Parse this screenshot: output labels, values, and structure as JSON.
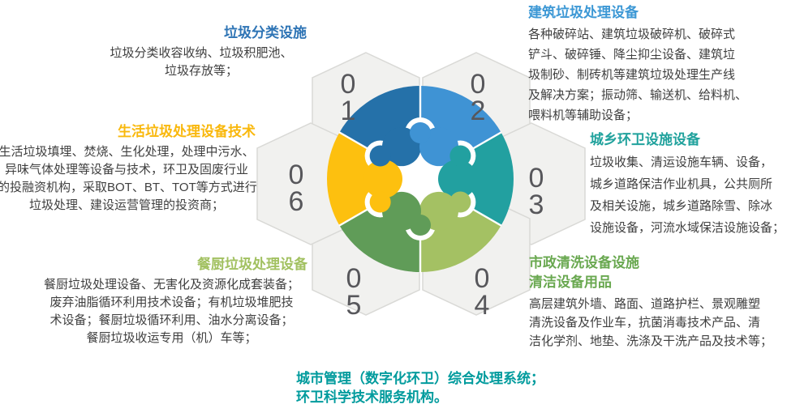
{
  "page": {
    "background": "#FFFFFF"
  },
  "sections": [
    {
      "number": "01",
      "title": "垃圾分类设施",
      "description": "垃圾分类收容收纳、垃圾积肥池、\n垃圾存放等；",
      "accent_color": "#2E74B5",
      "sector_color": "#2571A9"
    },
    {
      "number": "02",
      "title": "建筑垃圾处理设备",
      "description": "各种破碎站、建筑垃圾破碎机、破碎式\n铲斗、破碎锤、降尘抑尘设备、建筑垃\n圾制砂、制砖机等建筑垃圾处理生产线\n及解决方案；振动筛、输送机、给料机、\n喂料机等辅助设备；",
      "accent_color": "#3D98D5",
      "sector_color": "#3F93D4"
    },
    {
      "number": "03",
      "title": "城乡环卫设施设备",
      "description": "垃圾收集、清运设施车辆、设备，\n城乡道路保洁作业机具，公共厕所\n及相关设施，城乡道路除雪、除冰\n设施设备，河流水域保洁设施设备；",
      "accent_color": "#21A29D",
      "sector_color": "#22A0A0"
    },
    {
      "number": "04",
      "title": "市政清洗设备设施\n清洁设备用品",
      "description": "高层建筑外墙、路面、道路护栏、景观雕塑\n清洗设备及作业车，抗菌消毒技术产品、清\n洁化学剂、地垫、洗涤及干洗产品及技术等；",
      "accent_color": "#69A850",
      "sector_color": "#A4C163"
    },
    {
      "number": "05",
      "title": "餐厨垃圾处理设备",
      "description": "餐厨垃圾处理设备、无害化及资源化成套装备；\n废弃油脂循环利用技术设备；有机垃圾堆肥技\n术设备；餐厨垃圾循环利用、油水分离设备；\n餐厨垃圾收运专用（机）车等；",
      "accent_color": "#A2C161",
      "sector_color": "#609C58"
    },
    {
      "number": "06",
      "title": "生活垃圾处理设备技术",
      "description": "生活垃圾填埋、焚烧、生化处理，处理中污水、\n异味气体处理等设备与技术，环卫及固废行业\n的投融资机构，采取BOT、BT、TOT等方式进行\n垃圾处理、建设运营管理的投资商；",
      "accent_color": "#F9B80D",
      "sector_color": "#FDC00F"
    }
  ],
  "footer": {
    "text": "城市管理（数字化环卫）综合处理系统；\n环卫科学技术服务机构。",
    "color": "#009B9D"
  },
  "diagram": {
    "hex_fill": "#F1F1EF",
    "hex_stroke": "#D9D9D6",
    "seam_color": "#FFFFFF",
    "number_color": "#57575B",
    "body_text_color": "#3F3F3F"
  }
}
